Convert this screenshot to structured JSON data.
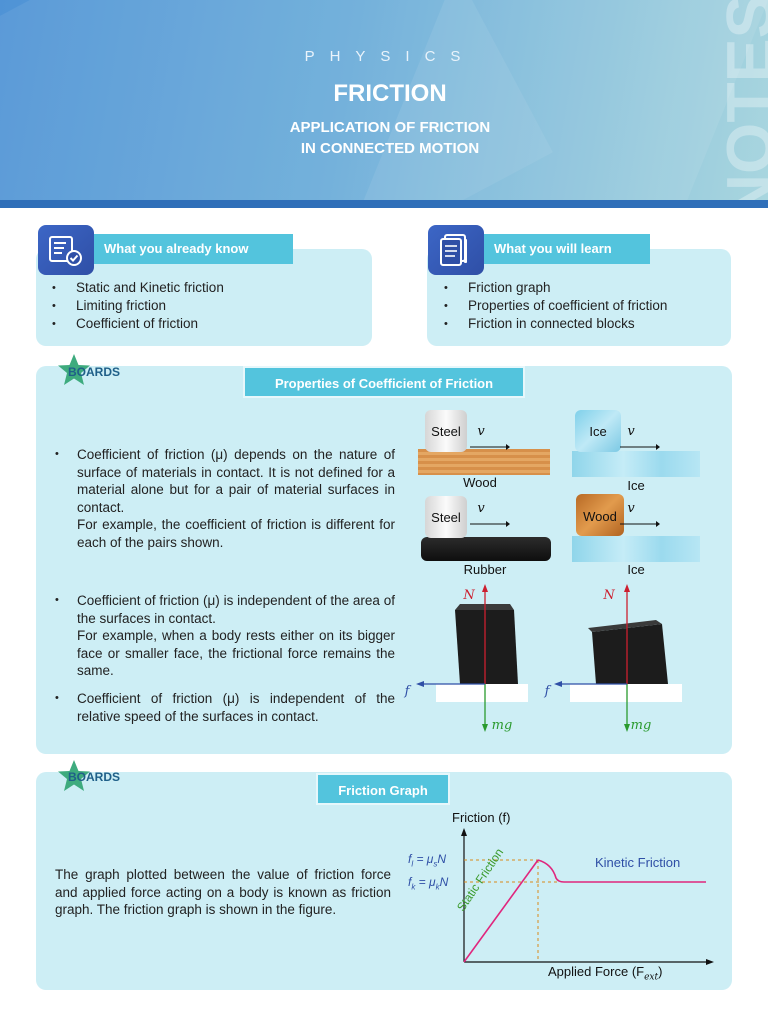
{
  "header": {
    "subject": "PHYSICS",
    "title": "FRICTION",
    "subtitle_line1": "APPLICATION OF FRICTION",
    "subtitle_line2": "IN CONNECTED MOTION",
    "side_text": "NOTES"
  },
  "know": {
    "heading": "What you already know",
    "items": [
      "Static and Kinetic friction",
      "Limiting friction",
      "Coefficient of friction"
    ]
  },
  "learn": {
    "heading": "What you will learn",
    "items": [
      "Friction graph",
      "Properties of coefficient of friction",
      "Friction in connected blocks"
    ]
  },
  "properties": {
    "badge": "BOARDS",
    "heading": "Properties of Coefficient of Friction",
    "p1_line1": "Coefficient of friction (μ) depends on the nature of surface of materials in contact. It is not defined for a material alone but for a pair of material surfaces in contact.",
    "p1_line2": "For example, the coefficient of friction is different for each of the pairs shown.",
    "p2_line1": "Coefficient of friction (μ) is independent of the area of the surfaces in contact.",
    "p2_line2": "For example, when a body rests either on its bigger face or smaller face, the frictional force remains the same.",
    "p3": "Coefficient of friction (μ) is independent of the relative speed of the surfaces in contact.",
    "pairs": {
      "steel": "Steel",
      "ice": "Ice",
      "wood": "Wood",
      "rubber": "Rubber",
      "v": "v"
    },
    "forces": {
      "normal": "N",
      "friction": "f",
      "weight": "mg"
    }
  },
  "graph": {
    "badge": "BOARDS",
    "heading": "Friction Graph",
    "text": "The graph plotted between the value of friction force and applied force acting on a body is known as friction graph. The friction graph is shown in the figure.",
    "ylabel": "Friction (f)",
    "xlabel": "Applied Force (F",
    "xlabel_sub": "ext",
    "xlabel_end": ")",
    "static_label": "Static Friction",
    "kinetic_label": "Kinetic Friction",
    "fl_label": "f",
    "fl_sub": "l",
    "fl_eq": " = μ",
    "fl_eq_sub": "s",
    "fl_eq_end": "N",
    "fk_label": "f",
    "fk_sub": "k",
    "fk_eq": " = μ",
    "fk_eq_sub": "k",
    "fk_eq_end": "N",
    "colors": {
      "line": "#e0267d",
      "dashed": "#d98b1c",
      "text_blue": "#2f4fa6",
      "static_green": "#3a9a2b"
    }
  }
}
